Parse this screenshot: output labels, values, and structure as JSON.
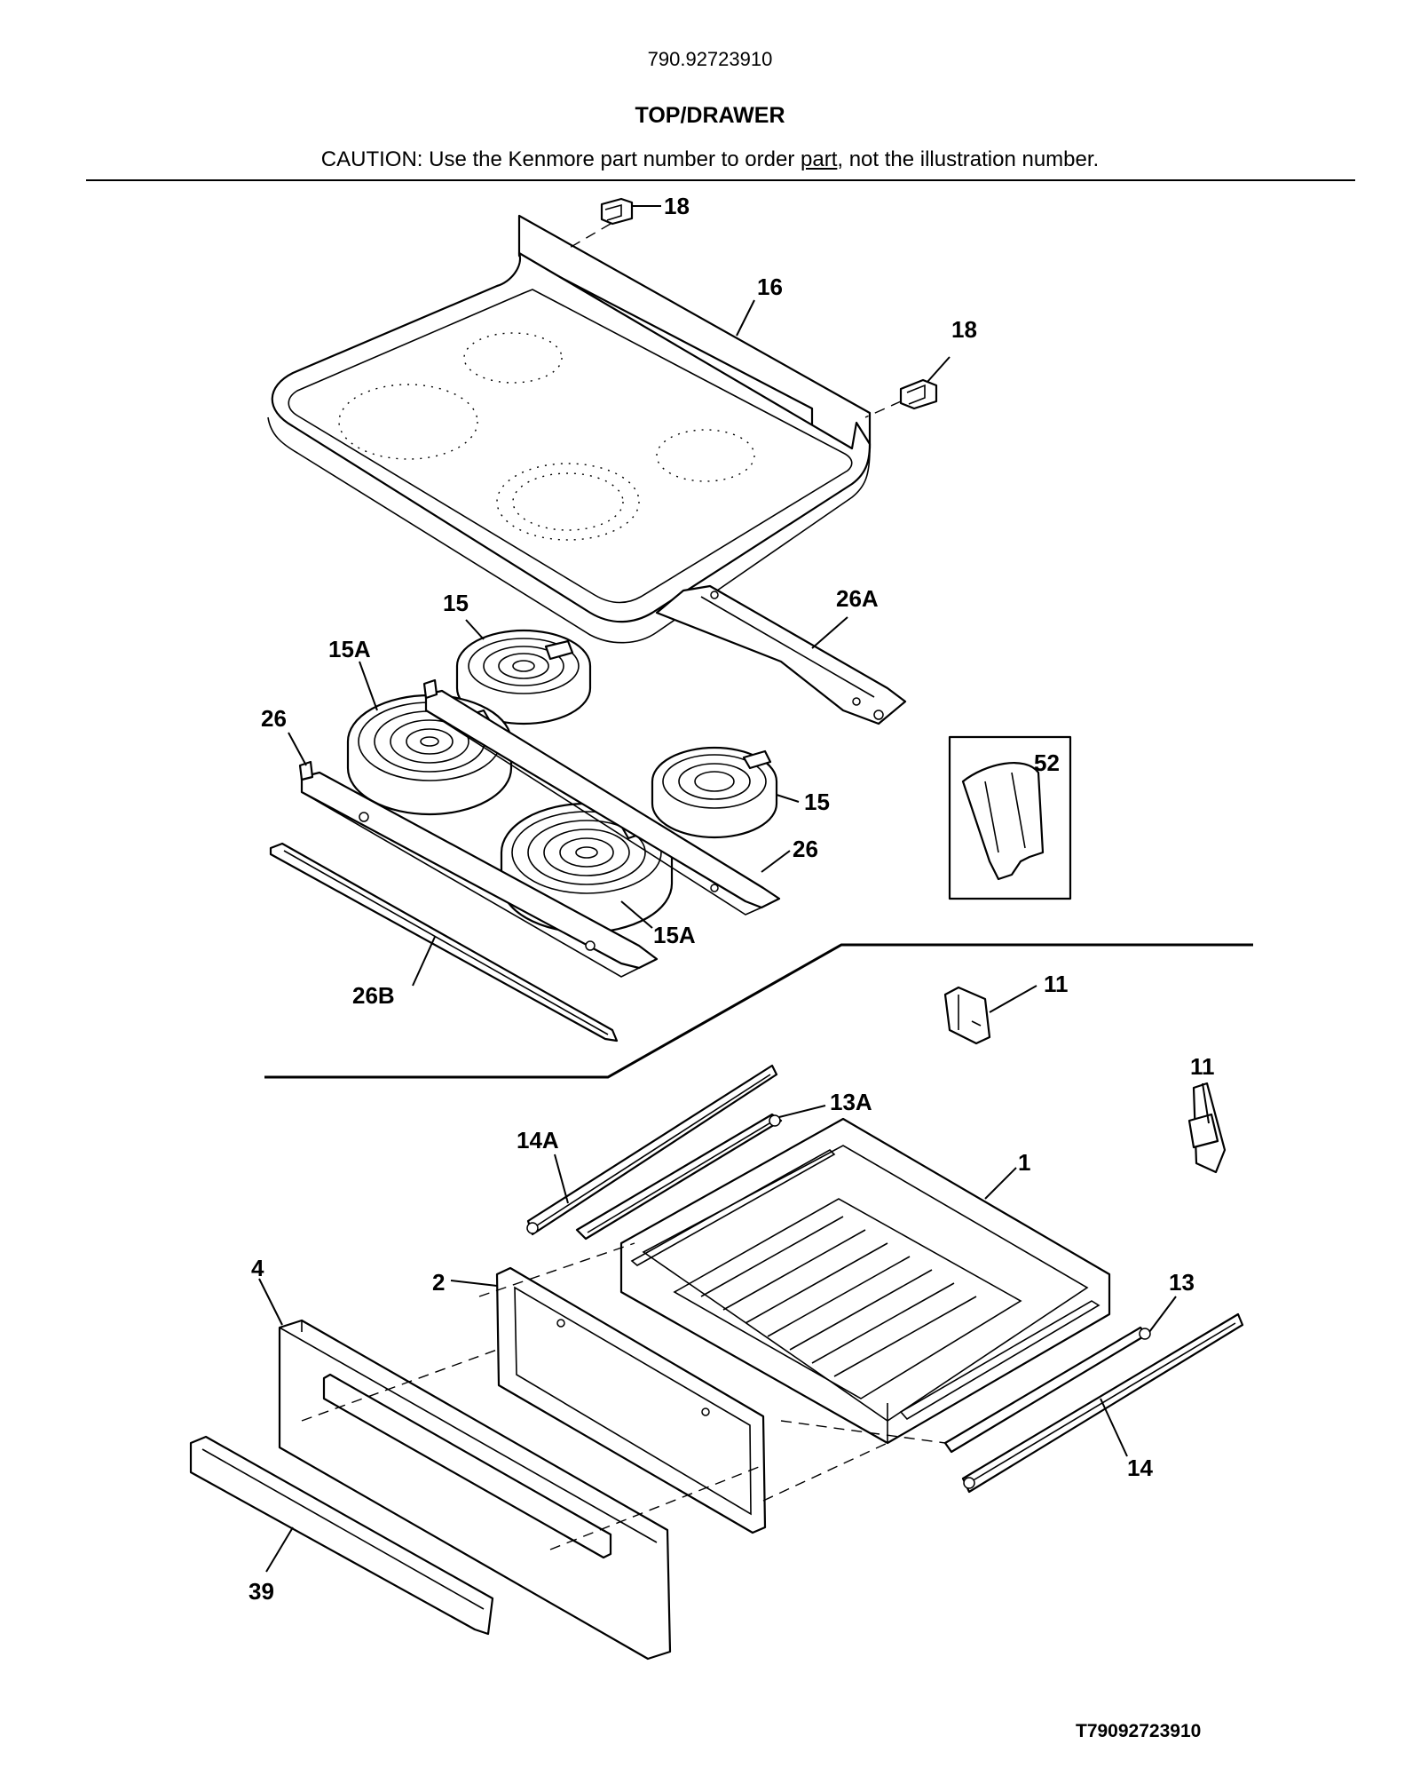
{
  "header": {
    "model_number": "790.92723910",
    "section_title": "TOP/DRAWER",
    "caution_prefix": "CAUTION: Use the Kenmore part number to order ",
    "caution_link": "part",
    "caution_suffix": ", not the illustration number."
  },
  "callouts": {
    "c18a": "18",
    "c16": "16",
    "c18b": "18",
    "c15a": "15",
    "c26a": "26A",
    "c15Aa": "15A",
    "c26a_left": "26",
    "c52": "52",
    "c15b": "15",
    "c26b_right": "26",
    "c15Ab": "15A",
    "c26B": "26B",
    "c11a": "11",
    "c11b": "11",
    "c13A": "13A",
    "c14A": "14A",
    "c1": "1",
    "c4": "4",
    "c2": "2",
    "c13": "13",
    "c14": "14",
    "c39": "39"
  },
  "footer": {
    "diagram_code": "T79092723910"
  }
}
